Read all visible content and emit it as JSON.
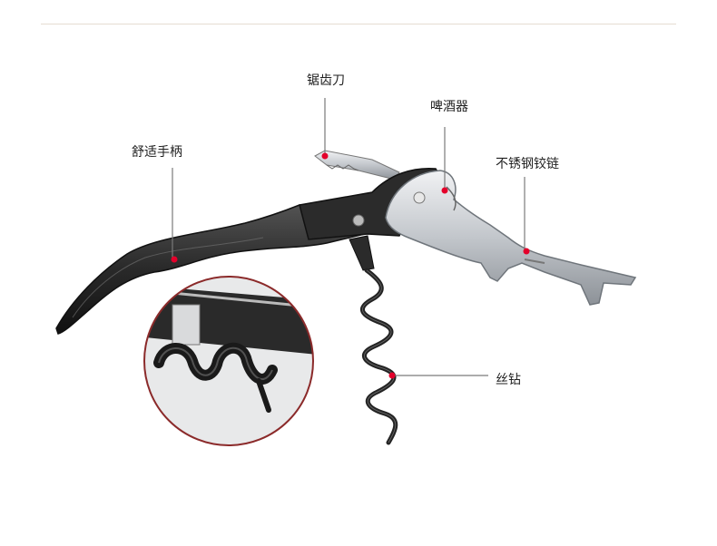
{
  "callouts": {
    "serrated_knife": "锯齿刀",
    "bottle_opener": "啤酒器",
    "steel_hinge": "不锈钢铰链",
    "handle": "舒适手柄",
    "worm": "丝钻"
  },
  "colors": {
    "marker": "#e4002b",
    "leader": "#7a7a7a",
    "handle": "#2e2e2e",
    "steel": "#c9ccd0",
    "loupe_ring": "#8b2a2a"
  },
  "illustration": "waiter-corkscrew-with-zoom-inset"
}
